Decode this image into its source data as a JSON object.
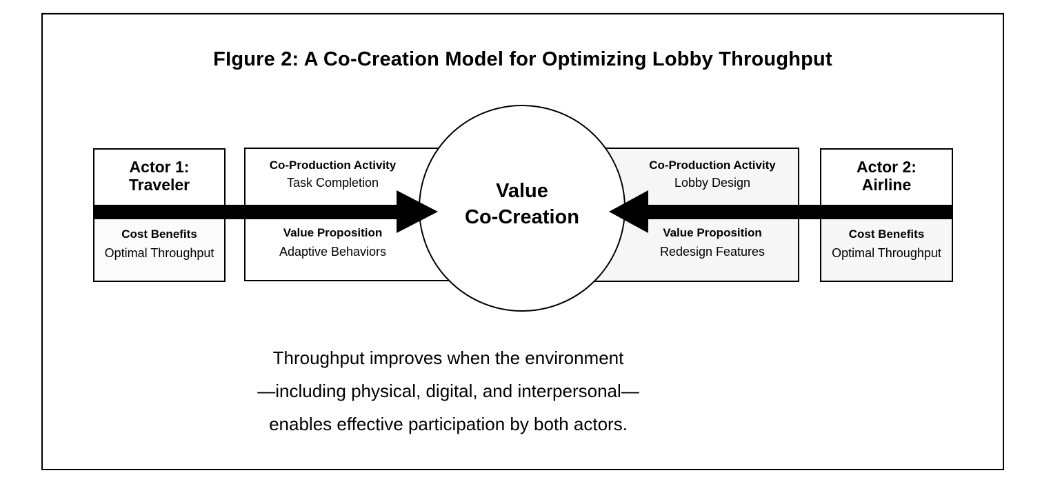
{
  "figure": {
    "title": "FIgure 2: A Co-Creation Model for Optimizing Lobby Throughput",
    "caption_lines": [
      "Throughput improves when the environment",
      "—including physical, digital, and interpersonal—",
      "enables effective participation by both actors."
    ]
  },
  "diagram": {
    "center_circle": {
      "lines": [
        "Value",
        "Co-Creation"
      ]
    },
    "actor1": {
      "title_lines": [
        "Actor 1:",
        "Traveler"
      ],
      "benefit_heading": "Cost Benefits",
      "benefit_value": "Optimal Throughput"
    },
    "traveler_contribution": {
      "activity_heading": "Co-Production Activity",
      "activity_value": "Task Completion",
      "proposition_heading": "Value Proposition",
      "proposition_value": "Adaptive Behaviors"
    },
    "airline_contribution": {
      "activity_heading": "Co-Production Activity",
      "activity_value": "Lobby Design",
      "proposition_heading": "Value Proposition",
      "proposition_value": "Redesign Features"
    },
    "actor2": {
      "title_lines": [
        "Actor 2:",
        "Airline"
      ],
      "benefit_heading": "Cost Benefits",
      "benefit_value": "Optimal Throughput"
    }
  },
  "colors": {
    "outline": "#000000",
    "arrow": "#000000",
    "shaded_box_fill": "#f6f6f6",
    "background": "#ffffff"
  }
}
